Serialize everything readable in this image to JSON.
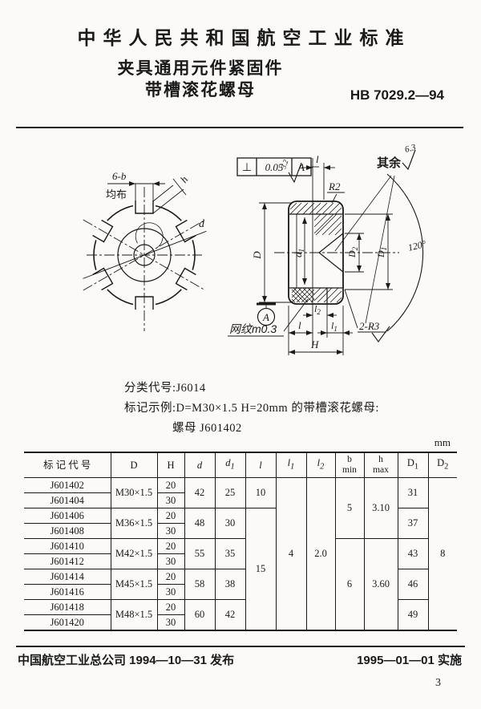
{
  "header": {
    "standard": "中华人民共和国航空工业标准",
    "title1": "夹具通用元件紧固件",
    "title2": "带槽滚花螺母",
    "code": "HB 7029.2—94"
  },
  "spec": {
    "line1": "分类代号:J6014",
    "line2": "标记示例:D=M30×1.5  H=20mm 的带槽滚花螺母:",
    "line3": "螺母  J601402"
  },
  "unit": "mm",
  "drawing": {
    "slot_count": "6-b",
    "slot_note": "均布",
    "dim_h": "h",
    "dim_d": "d",
    "tol_sym": "⊥",
    "tol_val": "0.05",
    "tol_datum": "A",
    "surf_top": "3.2",
    "surf_rest_label": "其余",
    "surf_rest_val": "6.3",
    "dim_l_top": "l",
    "r2": "R2",
    "r3": "2-R3",
    "dim_D": "D",
    "d1": {
      "base": "d",
      "sub": "1"
    },
    "D2": {
      "base": "D",
      "sub": "2"
    },
    "D1": {
      "base": "D",
      "sub": "1"
    },
    "angle": "120°",
    "knurl": "网纹m0.3",
    "datum": "A",
    "l2": {
      "base": "l",
      "sub": "2"
    },
    "dim_l": "l",
    "l1": {
      "base": "l",
      "sub": "1"
    },
    "dim_H": "H"
  },
  "table": {
    "headers": {
      "code": "标 记 代 号",
      "D": "D",
      "H": "H",
      "d": "d",
      "d1": {
        "base": "d",
        "sub": "1"
      },
      "l": "l",
      "l1": {
        "base": "l",
        "sub": "1"
      },
      "l2": {
        "base": "l",
        "sub": "2"
      },
      "b": {
        "top": "b",
        "bottom": "min"
      },
      "h": {
        "top": "h",
        "bottom": "max"
      },
      "D1": {
        "base": "D",
        "sub": "1"
      },
      "D2": {
        "base": "D",
        "sub": "2"
      }
    },
    "rows": [
      {
        "code": "J601402",
        "H": "20"
      },
      {
        "code": "J601404",
        "H": "30"
      },
      {
        "code": "J601406",
        "H": "20"
      },
      {
        "code": "J601408",
        "H": "30"
      },
      {
        "code": "J601410",
        "H": "20"
      },
      {
        "code": "J601412",
        "H": "30"
      },
      {
        "code": "J601414",
        "H": "20"
      },
      {
        "code": "J601416",
        "H": "30"
      },
      {
        "code": "J601418",
        "H": "20"
      },
      {
        "code": "J601420",
        "H": "30"
      }
    ],
    "D": [
      "M30×1.5",
      "M36×1.5",
      "M42×1.5",
      "M45×1.5",
      "M48×1.5"
    ],
    "d": [
      "42",
      "48",
      "55",
      "58",
      "60"
    ],
    "d1": [
      "25",
      "30",
      "35",
      "38",
      "42"
    ],
    "l": [
      "10",
      "15"
    ],
    "l1": "4",
    "l2": "2.0",
    "b": [
      "5",
      "6"
    ],
    "h": [
      "3.10",
      "3.60"
    ],
    "D1": [
      "31",
      "37",
      "43",
      "46",
      "49"
    ],
    "D2": "8"
  },
  "footer": {
    "left": "中国航空工业总公司 1994—10—31 发布",
    "right": "1995—01—01 实施",
    "page": "3"
  }
}
